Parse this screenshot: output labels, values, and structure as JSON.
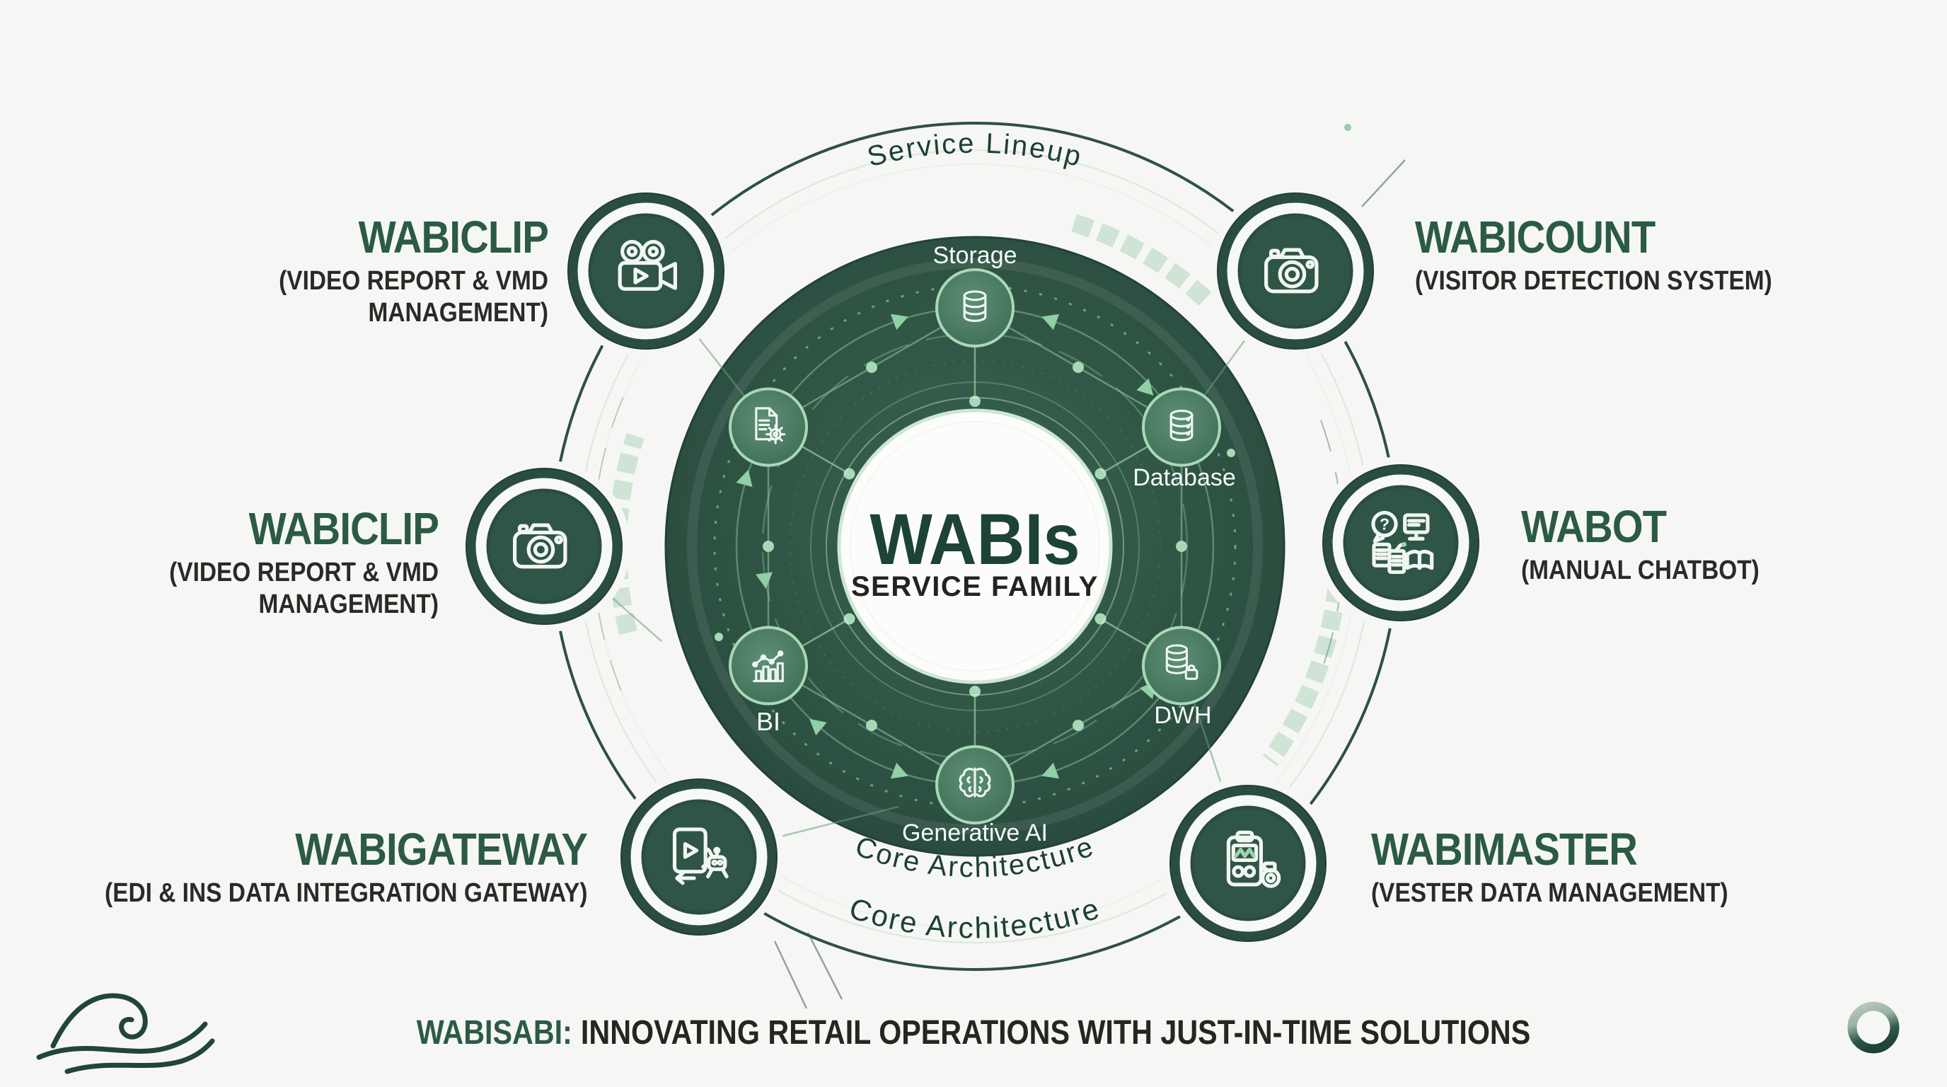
{
  "header": {
    "arc_top": "Service Lineup"
  },
  "core": {
    "center": {
      "title": "WABIs",
      "subtitle": "SERVICE FAMILY"
    },
    "arc_bottom_inner": "Core Architecture",
    "arc_bottom_outer": "Core Architecture",
    "nodes": [
      {
        "label": "Storage",
        "icon": "storage-icon"
      },
      {
        "label": "Database",
        "icon": "database-icon"
      },
      {
        "label": "DWH",
        "icon": "data-warehouse-icon"
      },
      {
        "label": "Generative AI",
        "icon": "brain-icon"
      },
      {
        "label": "BI",
        "icon": "bar-chart-icon"
      },
      {
        "label": "",
        "icon": "document-gear-icon"
      }
    ]
  },
  "services": [
    {
      "name": "WABICLIP",
      "desc": "(VIDEO REPORT & VMD MANAGEMENT)",
      "icon": "video-camera-icon"
    },
    {
      "name": "WABICLIP",
      "desc": "(VIDEO REPORT & VMD MANAGEMENT)",
      "icon": "photo-camera-icon"
    },
    {
      "name": "WABIGATEWAY",
      "desc": "(EDI & INS DATA INTEGRATION GATEWAY)",
      "icon": "integration-gateway-icon"
    },
    {
      "name": "WABICOUNT",
      "desc": "(VISITOR DETECTION SYSTEM)",
      "icon": "photo-camera-icon"
    },
    {
      "name": "WABOT",
      "desc": "(MANUAL CHATBOT)",
      "icon": "chatbot-docs-icon"
    },
    {
      "name": "WABIMASTER",
      "desc": "(VESTER DATA MANAGEMENT)",
      "icon": "clipboard-machine-icon"
    }
  ],
  "footer": {
    "brand": "WABISABI:",
    "tagline": "INNOVATING RETAIL OPERATIONS WITH JUST-IN-TIME SOLUTIONS"
  },
  "glyphs": {
    "question_mark": "?"
  },
  "colors": {
    "deep_green": "#2b4e40",
    "accent_green": "#8fcba4",
    "mint": "#cfe4d6",
    "heading_green": "#2b5a47",
    "ink": "#292724",
    "background": "#f6f7f4"
  }
}
